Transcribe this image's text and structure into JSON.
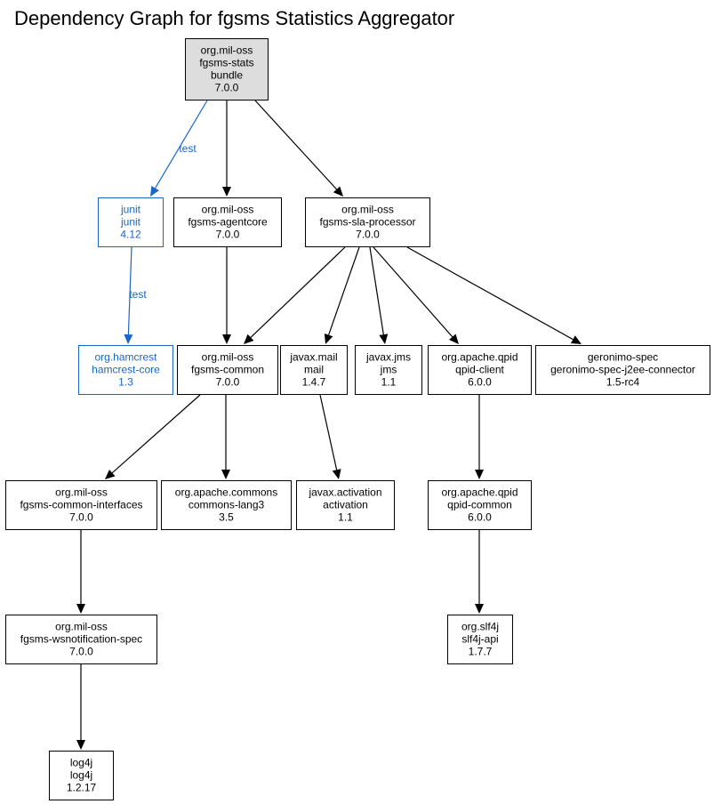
{
  "title": "Dependency Graph for fgsms Statistics Aggregator",
  "colors": {
    "root_fill": "#dddddd",
    "test_scope": "#1a66c8",
    "compile_scope": "#000000"
  },
  "nodes": [
    {
      "id": "stats",
      "lines": [
        "org.mil-oss",
        "fgsms-stats",
        "bundle",
        "7.0.0"
      ],
      "scope": "root"
    },
    {
      "id": "junit",
      "lines": [
        "junit",
        "junit",
        "4.12"
      ],
      "scope": "test"
    },
    {
      "id": "agentcore",
      "lines": [
        "org.mil-oss",
        "fgsms-agentcore",
        "7.0.0"
      ],
      "scope": "compile"
    },
    {
      "id": "slaproc",
      "lines": [
        "org.mil-oss",
        "fgsms-sla-processor",
        "7.0.0"
      ],
      "scope": "compile"
    },
    {
      "id": "hamcrest",
      "lines": [
        "org.hamcrest",
        "hamcrest-core",
        "1.3"
      ],
      "scope": "test"
    },
    {
      "id": "common",
      "lines": [
        "org.mil-oss",
        "fgsms-common",
        "7.0.0"
      ],
      "scope": "compile"
    },
    {
      "id": "mail",
      "lines": [
        "javax.mail",
        "mail",
        "1.4.7"
      ],
      "scope": "compile"
    },
    {
      "id": "jms",
      "lines": [
        "javax.jms",
        "jms",
        "1.1"
      ],
      "scope": "compile"
    },
    {
      "id": "qpidclient",
      "lines": [
        "org.apache.qpid",
        "qpid-client",
        "6.0.0"
      ],
      "scope": "compile"
    },
    {
      "id": "geronimo",
      "lines": [
        "geronimo-spec",
        "geronimo-spec-j2ee-connector",
        "1.5-rc4"
      ],
      "scope": "compile"
    },
    {
      "id": "commonif",
      "lines": [
        "org.mil-oss",
        "fgsms-common-interfaces",
        "7.0.0"
      ],
      "scope": "compile"
    },
    {
      "id": "lang3",
      "lines": [
        "org.apache.commons",
        "commons-lang3",
        "3.5"
      ],
      "scope": "compile"
    },
    {
      "id": "activation",
      "lines": [
        "javax.activation",
        "activation",
        "1.1"
      ],
      "scope": "compile"
    },
    {
      "id": "qpidcommon",
      "lines": [
        "org.apache.qpid",
        "qpid-common",
        "6.0.0"
      ],
      "scope": "compile"
    },
    {
      "id": "wsnotif",
      "lines": [
        "org.mil-oss",
        "fgsms-wsnotification-spec",
        "7.0.0"
      ],
      "scope": "compile"
    },
    {
      "id": "slf4j",
      "lines": [
        "org.slf4j",
        "slf4j-api",
        "1.7.7"
      ],
      "scope": "compile"
    },
    {
      "id": "log4j",
      "lines": [
        "log4j",
        "log4j",
        "1.2.17"
      ],
      "scope": "compile"
    }
  ],
  "edges": [
    {
      "from": "stats",
      "to": "junit",
      "label": "test",
      "scope": "test"
    },
    {
      "from": "stats",
      "to": "agentcore",
      "label": "",
      "scope": "compile"
    },
    {
      "from": "stats",
      "to": "slaproc",
      "label": "",
      "scope": "compile"
    },
    {
      "from": "junit",
      "to": "hamcrest",
      "label": "test",
      "scope": "test"
    },
    {
      "from": "agentcore",
      "to": "common",
      "label": "",
      "scope": "compile"
    },
    {
      "from": "slaproc",
      "to": "common",
      "label": "",
      "scope": "compile"
    },
    {
      "from": "slaproc",
      "to": "mail",
      "label": "",
      "scope": "compile"
    },
    {
      "from": "slaproc",
      "to": "jms",
      "label": "",
      "scope": "compile"
    },
    {
      "from": "slaproc",
      "to": "qpidclient",
      "label": "",
      "scope": "compile"
    },
    {
      "from": "slaproc",
      "to": "geronimo",
      "label": "",
      "scope": "compile"
    },
    {
      "from": "common",
      "to": "commonif",
      "label": "",
      "scope": "compile"
    },
    {
      "from": "common",
      "to": "lang3",
      "label": "",
      "scope": "compile"
    },
    {
      "from": "mail",
      "to": "activation",
      "label": "",
      "scope": "compile"
    },
    {
      "from": "qpidclient",
      "to": "qpidcommon",
      "label": "",
      "scope": "compile"
    },
    {
      "from": "commonif",
      "to": "wsnotif",
      "label": "",
      "scope": "compile"
    },
    {
      "from": "qpidcommon",
      "to": "slf4j",
      "label": "",
      "scope": "compile"
    },
    {
      "from": "wsnotif",
      "to": "log4j",
      "label": "",
      "scope": "compile"
    }
  ]
}
